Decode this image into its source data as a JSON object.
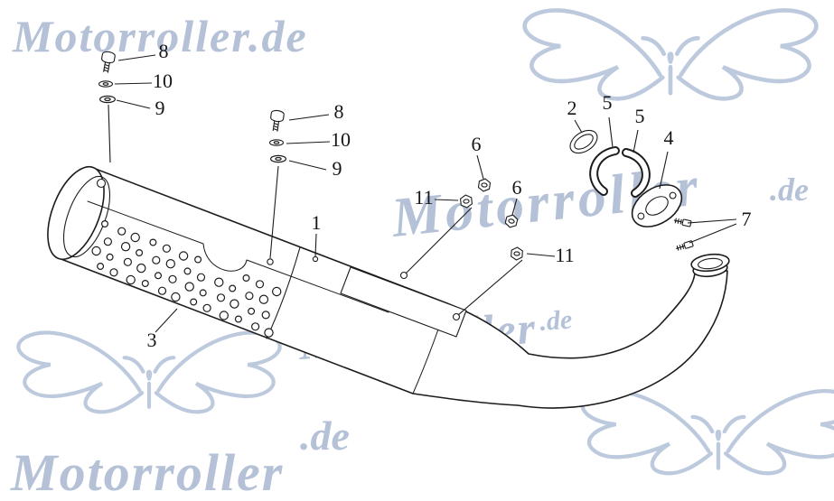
{
  "watermarks": {
    "brand_full": "Motorroller.de",
    "brand": "Motorroller",
    "domain_suffix": ".de"
  },
  "colors": {
    "watermark_text": "#b4c1d7",
    "wing_logo": "#bdcade",
    "drawing_line": "#1c1c1c",
    "background": "#ffffff"
  },
  "callouts": {
    "c8a": "8",
    "c10a": "10",
    "c9a": "9",
    "c8b": "8",
    "c10b": "10",
    "c9b": "9",
    "c1": "1",
    "c3": "3",
    "c2": "2",
    "c5a": "5",
    "c5b": "5",
    "c4": "4",
    "c6a": "6",
    "c11a": "11",
    "c6b": "6",
    "c11b": "11",
    "c7": "7"
  }
}
